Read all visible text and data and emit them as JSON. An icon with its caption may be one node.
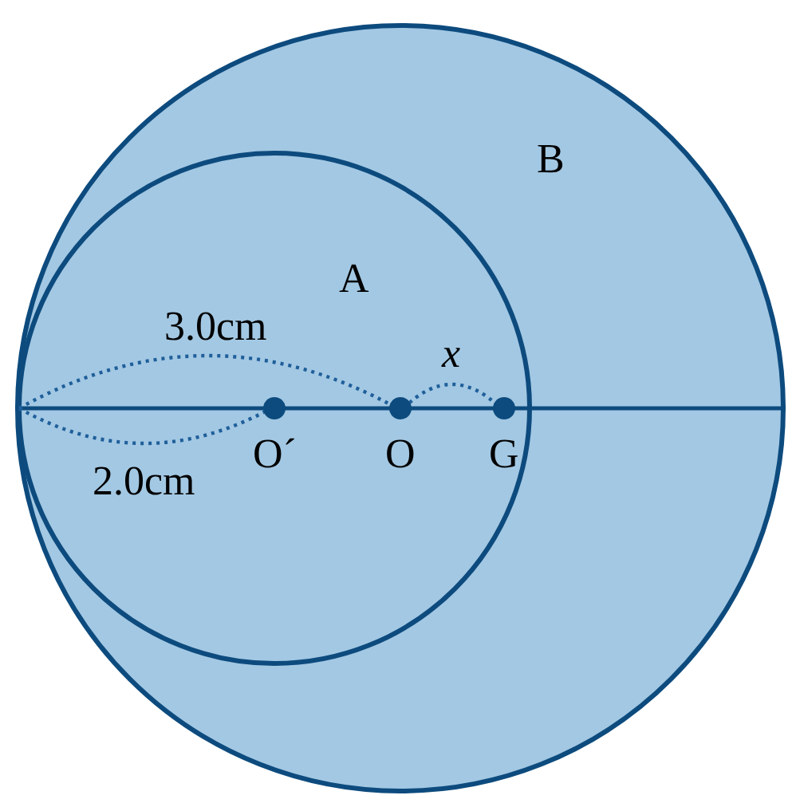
{
  "diagram": {
    "nodes": [
      {
        "text": [
          "B"
        ]
      },
      {
        "text": [
          "A"
        ],
        "in": 0
      },
      {
        "text": [
          "O´"
        ],
        "in": 1
      },
      {
        "text": [
          "O"
        ],
        "in": 1
      },
      {
        "text": [
          "G"
        ],
        "in": 1
      }
    ],
    "labels": [
      "3.0cm",
      "2.0cm",
      "x"
    ]
  }
}
